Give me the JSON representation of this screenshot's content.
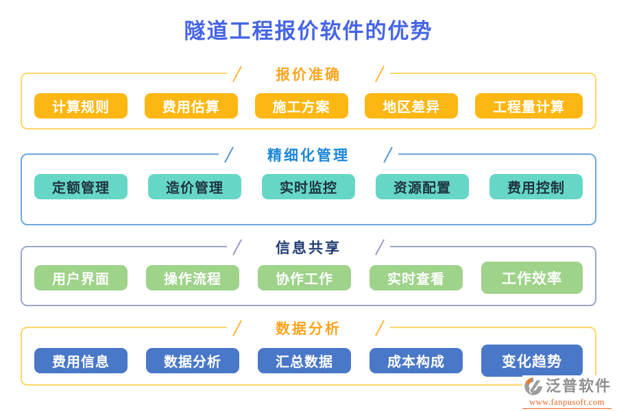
{
  "page": {
    "title": "隧道工程报价软件的优势",
    "title_color": "#4565E6",
    "background": "#FFFFFF"
  },
  "sections": [
    {
      "title": "报价准确",
      "title_color": "#FFA41E",
      "line_color": "#FFB53A",
      "border_color": "#FFD666",
      "tag_bg": "#FDB712",
      "tag_text": "#FFFFFF",
      "items": [
        "计算规则",
        "费用估算",
        "施工方案",
        "地区差异",
        "工程量计算"
      ]
    },
    {
      "title": "精细化管理",
      "title_color": "#1B87D9",
      "line_color": "#4E97D9",
      "border_color": "#6CA6DB",
      "tag_bg": "#66D7C6",
      "tag_text": "#1E3340",
      "items": [
        "定额管理",
        "造价管理",
        "实时监控",
        "资源配置",
        "费用控制"
      ]
    },
    {
      "title": "信息共享",
      "title_color": "#1F3B72",
      "line_color": "#9D97C9",
      "border_color": "#99A5C6",
      "tag_bg": "#9ED389",
      "tag_text": "#FFFFFF",
      "items": [
        "用户界面",
        "操作流程",
        "协作工作",
        "实时查看",
        "工作效率"
      ]
    },
    {
      "title": "数据分析",
      "title_color": "#FFA41E",
      "line_color": "#FFB53A",
      "border_color": "#FFD666",
      "tag_bg": "#4A78C8",
      "tag_text": "#FFFFFF",
      "items": [
        "费用信息",
        "数据分析",
        "汇总数据",
        "成本构成",
        "变化趋势"
      ]
    }
  ],
  "footer_logo": {
    "brand": "泛普软件",
    "website": "www.fanpusoft.com",
    "brand_color": "#8F8F8F",
    "accent_color": "#E8641E",
    "icon_gray": "#9B9B9B",
    "icon_orange": "#F07A28"
  }
}
